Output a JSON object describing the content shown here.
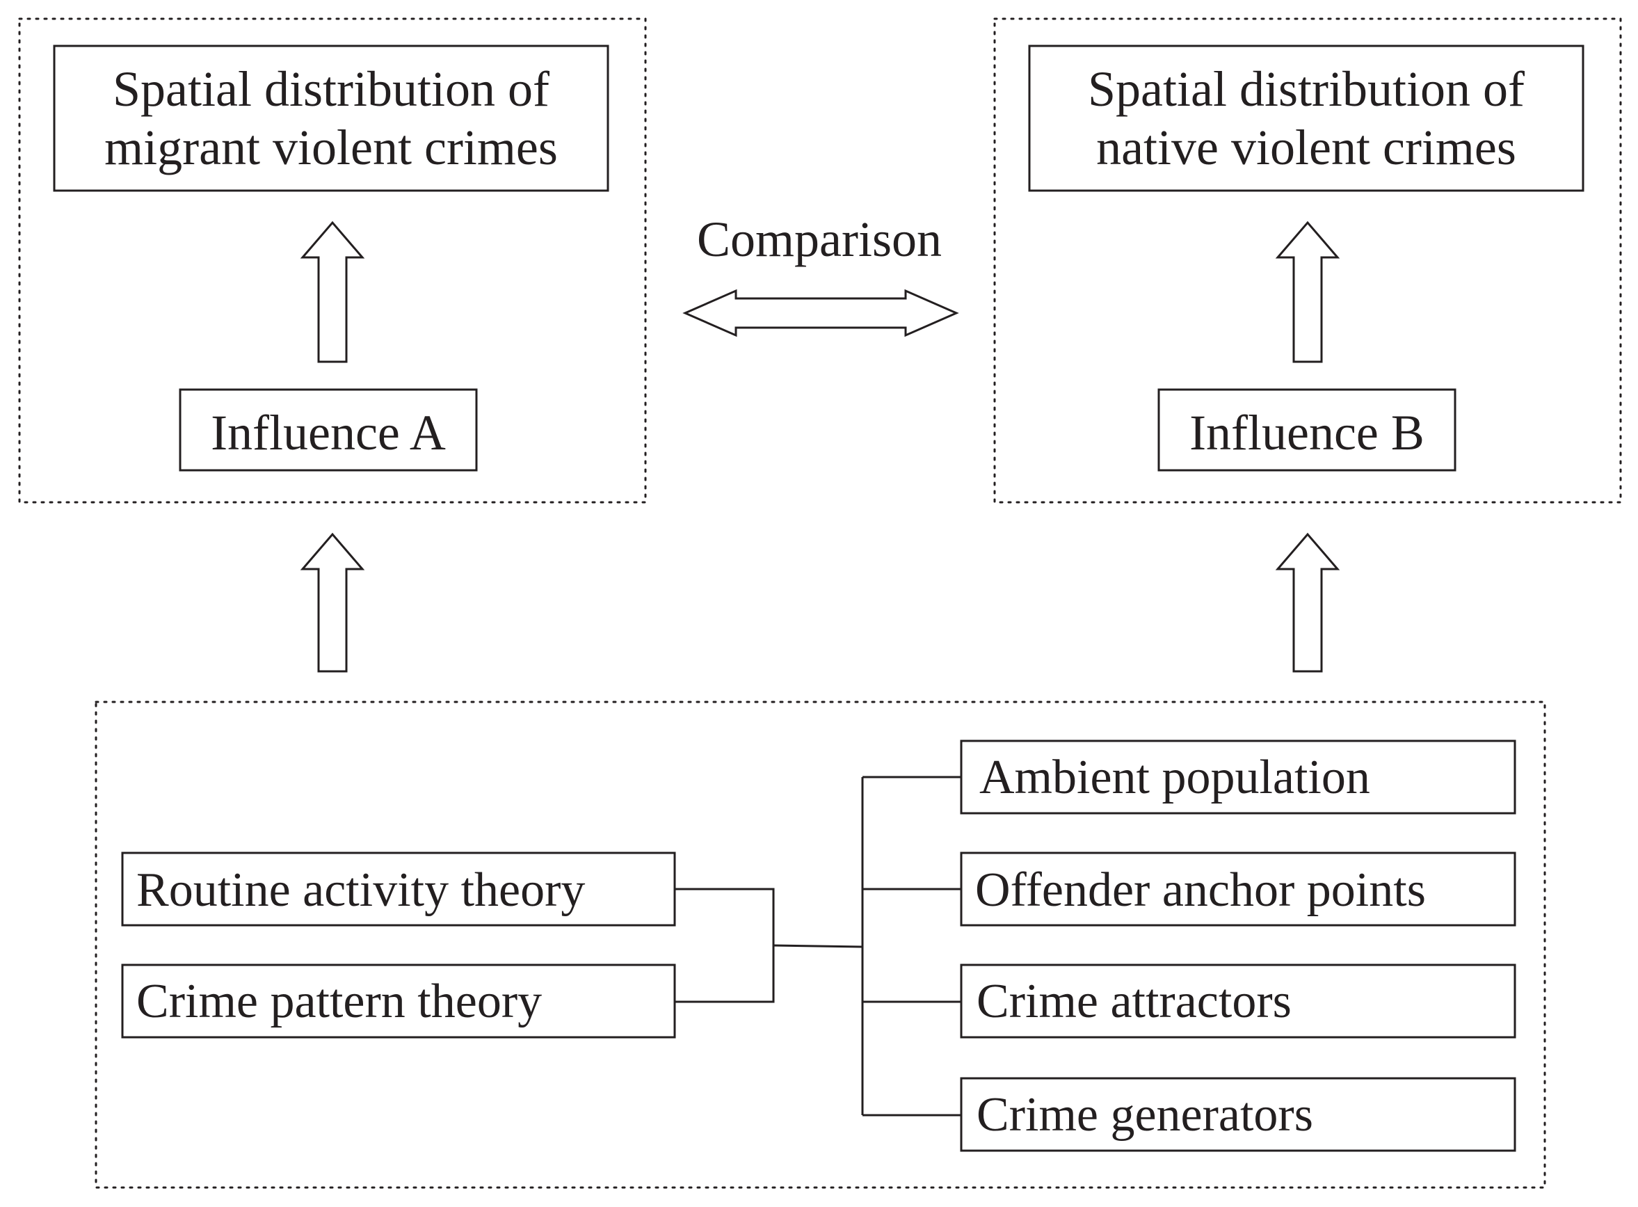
{
  "top_left": {
    "title_line1": "Spatial distribution of",
    "title_line2": "migrant violent crimes",
    "influence": "Influence A"
  },
  "top_right": {
    "title_line1": "Spatial distribution of",
    "title_line2": "native violent crimes",
    "influence": "Influence B"
  },
  "comparison_label": "Comparison",
  "theories": [
    "Routine activity theory",
    "Crime pattern theory"
  ],
  "factors": [
    "Ambient population",
    "Offender anchor points",
    "Crime attractors",
    "Crime generators"
  ],
  "colors": {
    "stroke": "#231f20",
    "text": "#231f20",
    "background": "#ffffff"
  }
}
